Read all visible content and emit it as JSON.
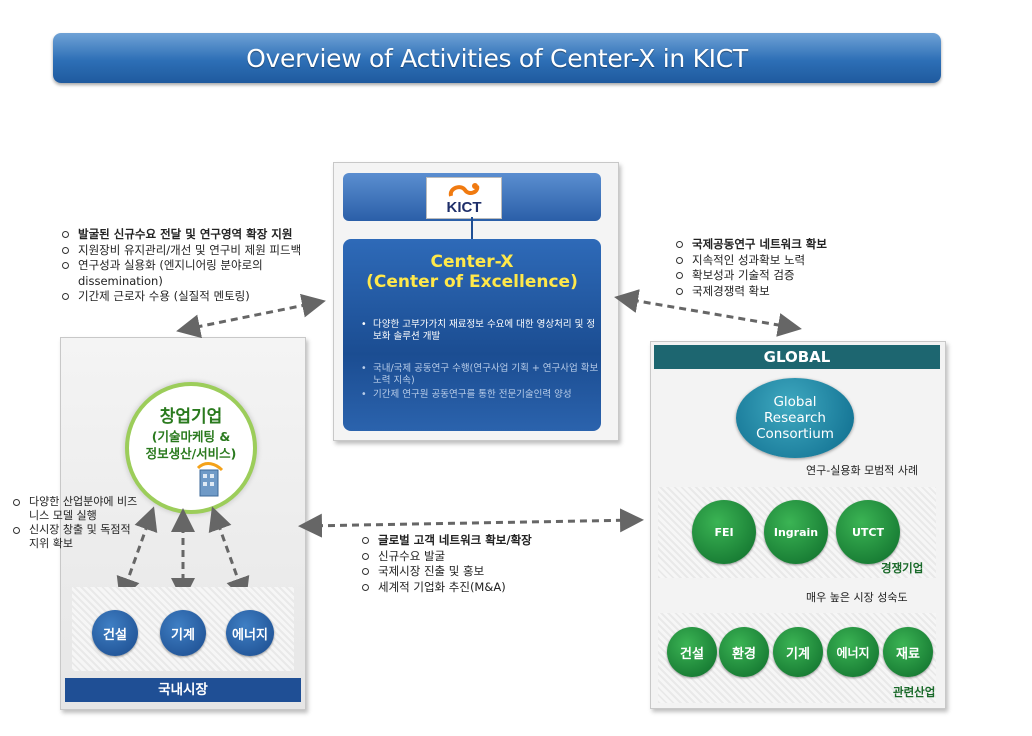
{
  "title": "Overview of Activities of Center-X in KICT",
  "kict": {
    "logo_text": "KICT"
  },
  "center_x": {
    "title_line1": "Center-X",
    "title_line2": "(Center of Excellence)",
    "bullets": [
      "다양한 고부가가치 재료정보 수요에 대한 영상처리 및 정보화 솔루션 개발",
      "국내/국제 공동연구 수행(연구사업 기획 + 연구사업 확보 노력 지속)",
      "기간제 연구원 공동연구를 통한 전문기술인력 양성"
    ]
  },
  "left_top_notes": [
    "발굴된 신규수요 전달 및 연구영역 확장 지원",
    "지원장비 유지관리/개선 및 연구비 제원 피드백",
    "연구성과 실용화 (엔지니어링 분야로의 dissemination)",
    "기간제 근로자 수용 (실질적 멘토링)"
  ],
  "right_top_notes": [
    "국제공동연구 네트워크 확보",
    "지속적인 성과확보 노력",
    "확보성과 기술적 검증",
    "국제경쟁력 확보"
  ],
  "left_side_notes": [
    "다양한 산업분야에 비즈니스 모델 실행",
    "신시장 창출 및 독점적 지위 확보"
  ],
  "middle_notes": [
    "글로벌 고객 네트워크 확보/확장",
    "신규수요 발굴",
    "국제시장 진출 및 홍보",
    "세계적 기업화 추진(M&A)"
  ],
  "startup": {
    "title": "창업기업",
    "subtitle_line1": "(기술마케팅 &",
    "subtitle_line2": "정보생산/서비스)"
  },
  "domestic": {
    "industries": [
      "건설",
      "기계",
      "에너지"
    ],
    "footer": "국내시장"
  },
  "global": {
    "header": "GLOBAL",
    "consortium": [
      "Global",
      "Research",
      "Consortium"
    ],
    "arrow_label_1": "연구-실용화 모범적 사례",
    "competitors": [
      "FEI",
      "Ingrain",
      "UTCT"
    ],
    "competitors_label": "경쟁기업",
    "arrow_label_2": "매우 높은 시장 성숙도",
    "related": [
      "건설",
      "환경",
      "기계",
      "에너지",
      "재료"
    ],
    "related_label": "관련산업"
  },
  "colors": {
    "title_bar": "#2d6fb6",
    "center_box": "#1b4d92",
    "accent_yellow": "#ffe84a",
    "green": "#0d6b2a",
    "global_header": "#1d6670"
  }
}
